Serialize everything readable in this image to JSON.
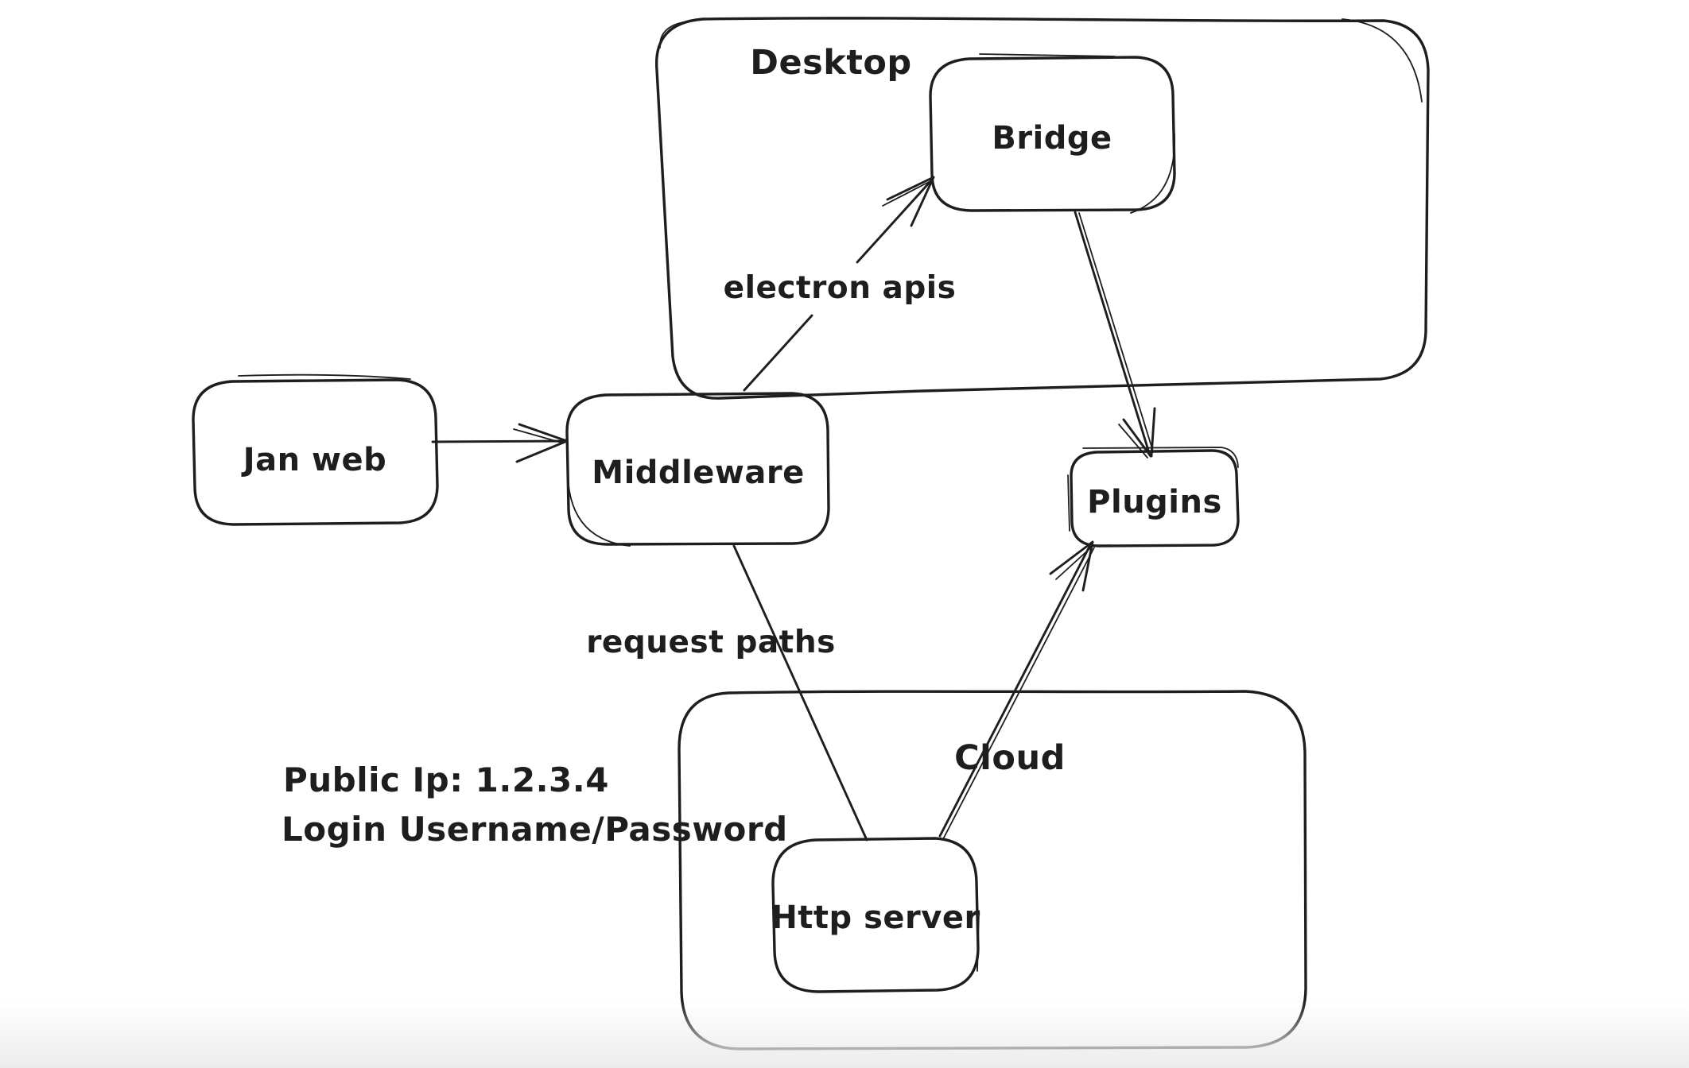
{
  "canvas": {
    "background": "#ffffff",
    "stroke_color": "#1e1e1e",
    "bottom_fade_color": "#ececec"
  },
  "containers": {
    "desktop": {
      "label": "Desktop"
    },
    "cloud": {
      "label": "Cloud"
    }
  },
  "nodes": {
    "jan_web": {
      "label": "Jan web"
    },
    "middleware": {
      "label": "Middleware"
    },
    "bridge": {
      "label": "Bridge"
    },
    "plugins": {
      "label": "Plugins"
    },
    "http_server": {
      "label": "Http server"
    }
  },
  "edges": {
    "jan_web_to_middleware": {
      "label": ""
    },
    "middleware_to_bridge": {
      "label": "electron apis"
    },
    "bridge_to_plugins": {
      "label": ""
    },
    "http_server_to_plugins": {
      "label": ""
    },
    "middleware_to_http_server": {
      "label": "request paths"
    }
  },
  "note": {
    "line1": "Public Ip: 1.2.3.4",
    "line2": "Login Username/Password"
  }
}
